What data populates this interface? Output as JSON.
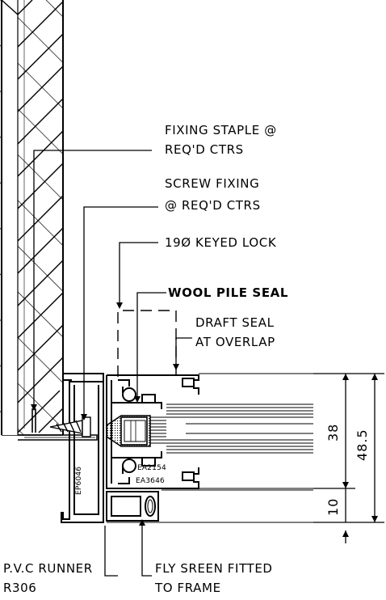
{
  "labels": {
    "fixing_staple": [
      "FIXING STAPLE @",
      "REQ'D CTRS"
    ],
    "screw_fixing": [
      "SCREW FIXING",
      "@ REQ'D CTRS"
    ],
    "keyed_lock": "19Ø KEYED LOCK",
    "wool_pile_seal": "WOOL PILE SEAL",
    "draft_seal": [
      "DRAFT SEAL",
      "AT OVERLAP"
    ],
    "pvc_runner": [
      "P.V.C RUNNER",
      "R306"
    ],
    "fly_screen": [
      "FLY SREEN FITTED",
      "TO FRAME"
    ]
  },
  "part_codes": {
    "frame": "EP6046",
    "interlock": "EA2154",
    "sash": "EA3646"
  },
  "dimensions": {
    "overall": "48.5",
    "sash": "38",
    "screen": "10"
  }
}
